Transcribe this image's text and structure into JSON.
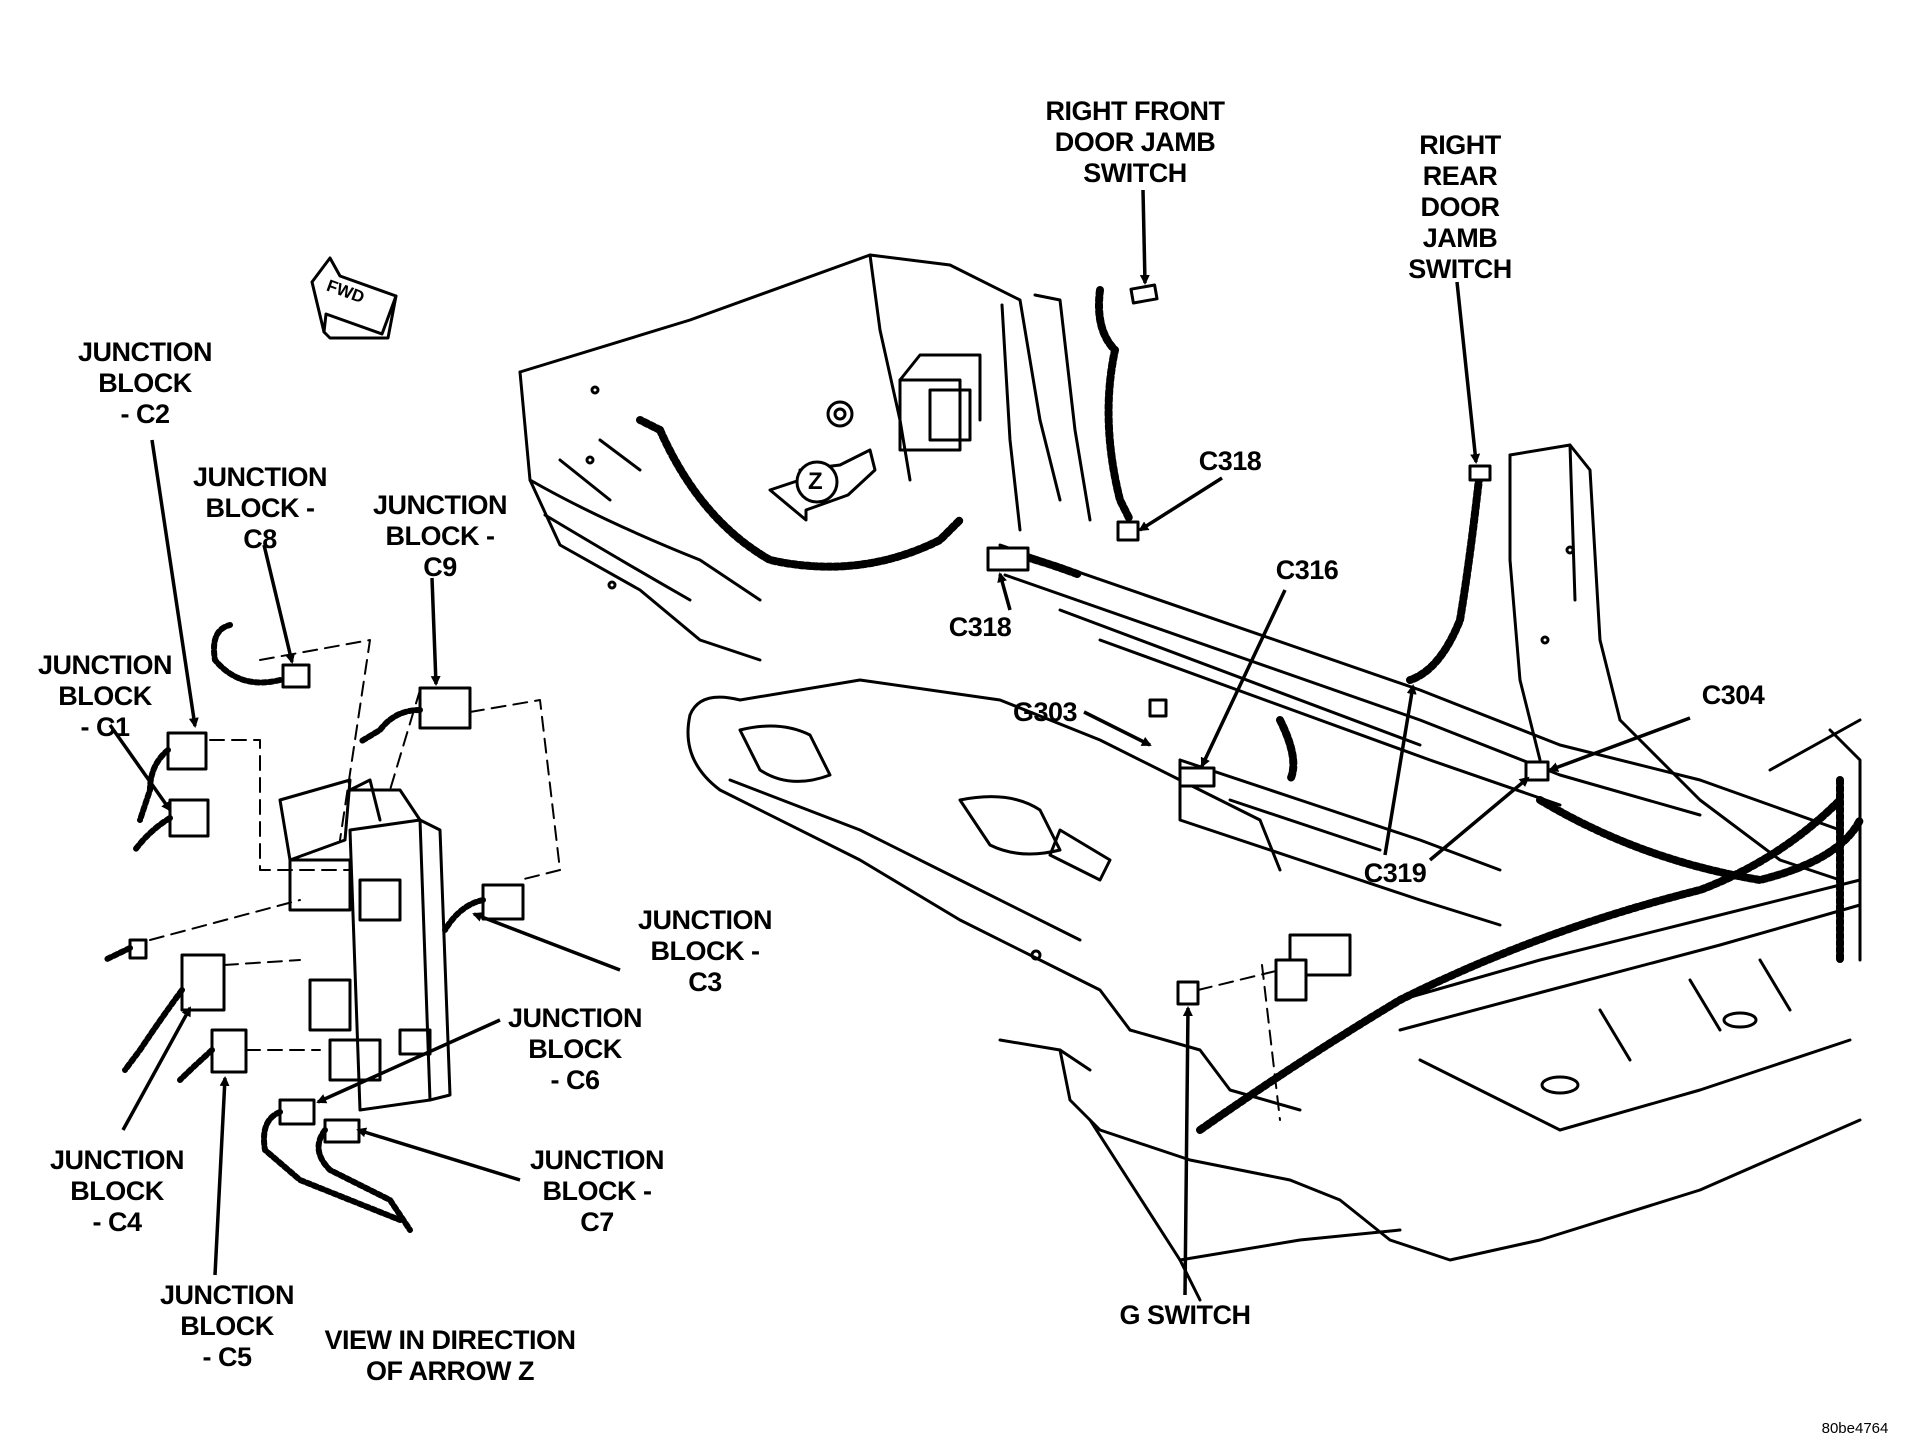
{
  "diagram": {
    "fwd_marker": "FWD",
    "view_arrow_letter": "Z",
    "labels": {
      "right_front_door_jamb_switch": "RIGHT FRONT\nDOOR JAMB\nSWITCH",
      "right_rear_door_jamb_switch": "RIGHT\nREAR\nDOOR\nJAMB\nSWITCH",
      "c318_upper": "C318",
      "c318_lower": "C318",
      "c316": "C316",
      "g303": "G303",
      "c304": "C304",
      "c319": "C319",
      "g_switch": "G SWITCH",
      "junction_block_c2": "JUNCTION\nBLOCK\n- C2",
      "junction_block_c8": "JUNCTION\nBLOCK -\nC8",
      "junction_block_c9": "JUNCTION\nBLOCK -\nC9",
      "junction_block_c1": "JUNCTION\nBLOCK\n- C1",
      "junction_block_c3": "JUNCTION\nBLOCK -\nC3",
      "junction_block_c6": "JUNCTION\nBLOCK\n- C6",
      "junction_block_c7": "JUNCTION\nBLOCK -\nC7",
      "junction_block_c4": "JUNCTION\nBLOCK\n- C4",
      "junction_block_c5": "JUNCTION\nBLOCK\n- C5",
      "view_direction_caption": "VIEW IN DIRECTION\nOF ARROW Z"
    },
    "figure_id": "80be4764"
  }
}
